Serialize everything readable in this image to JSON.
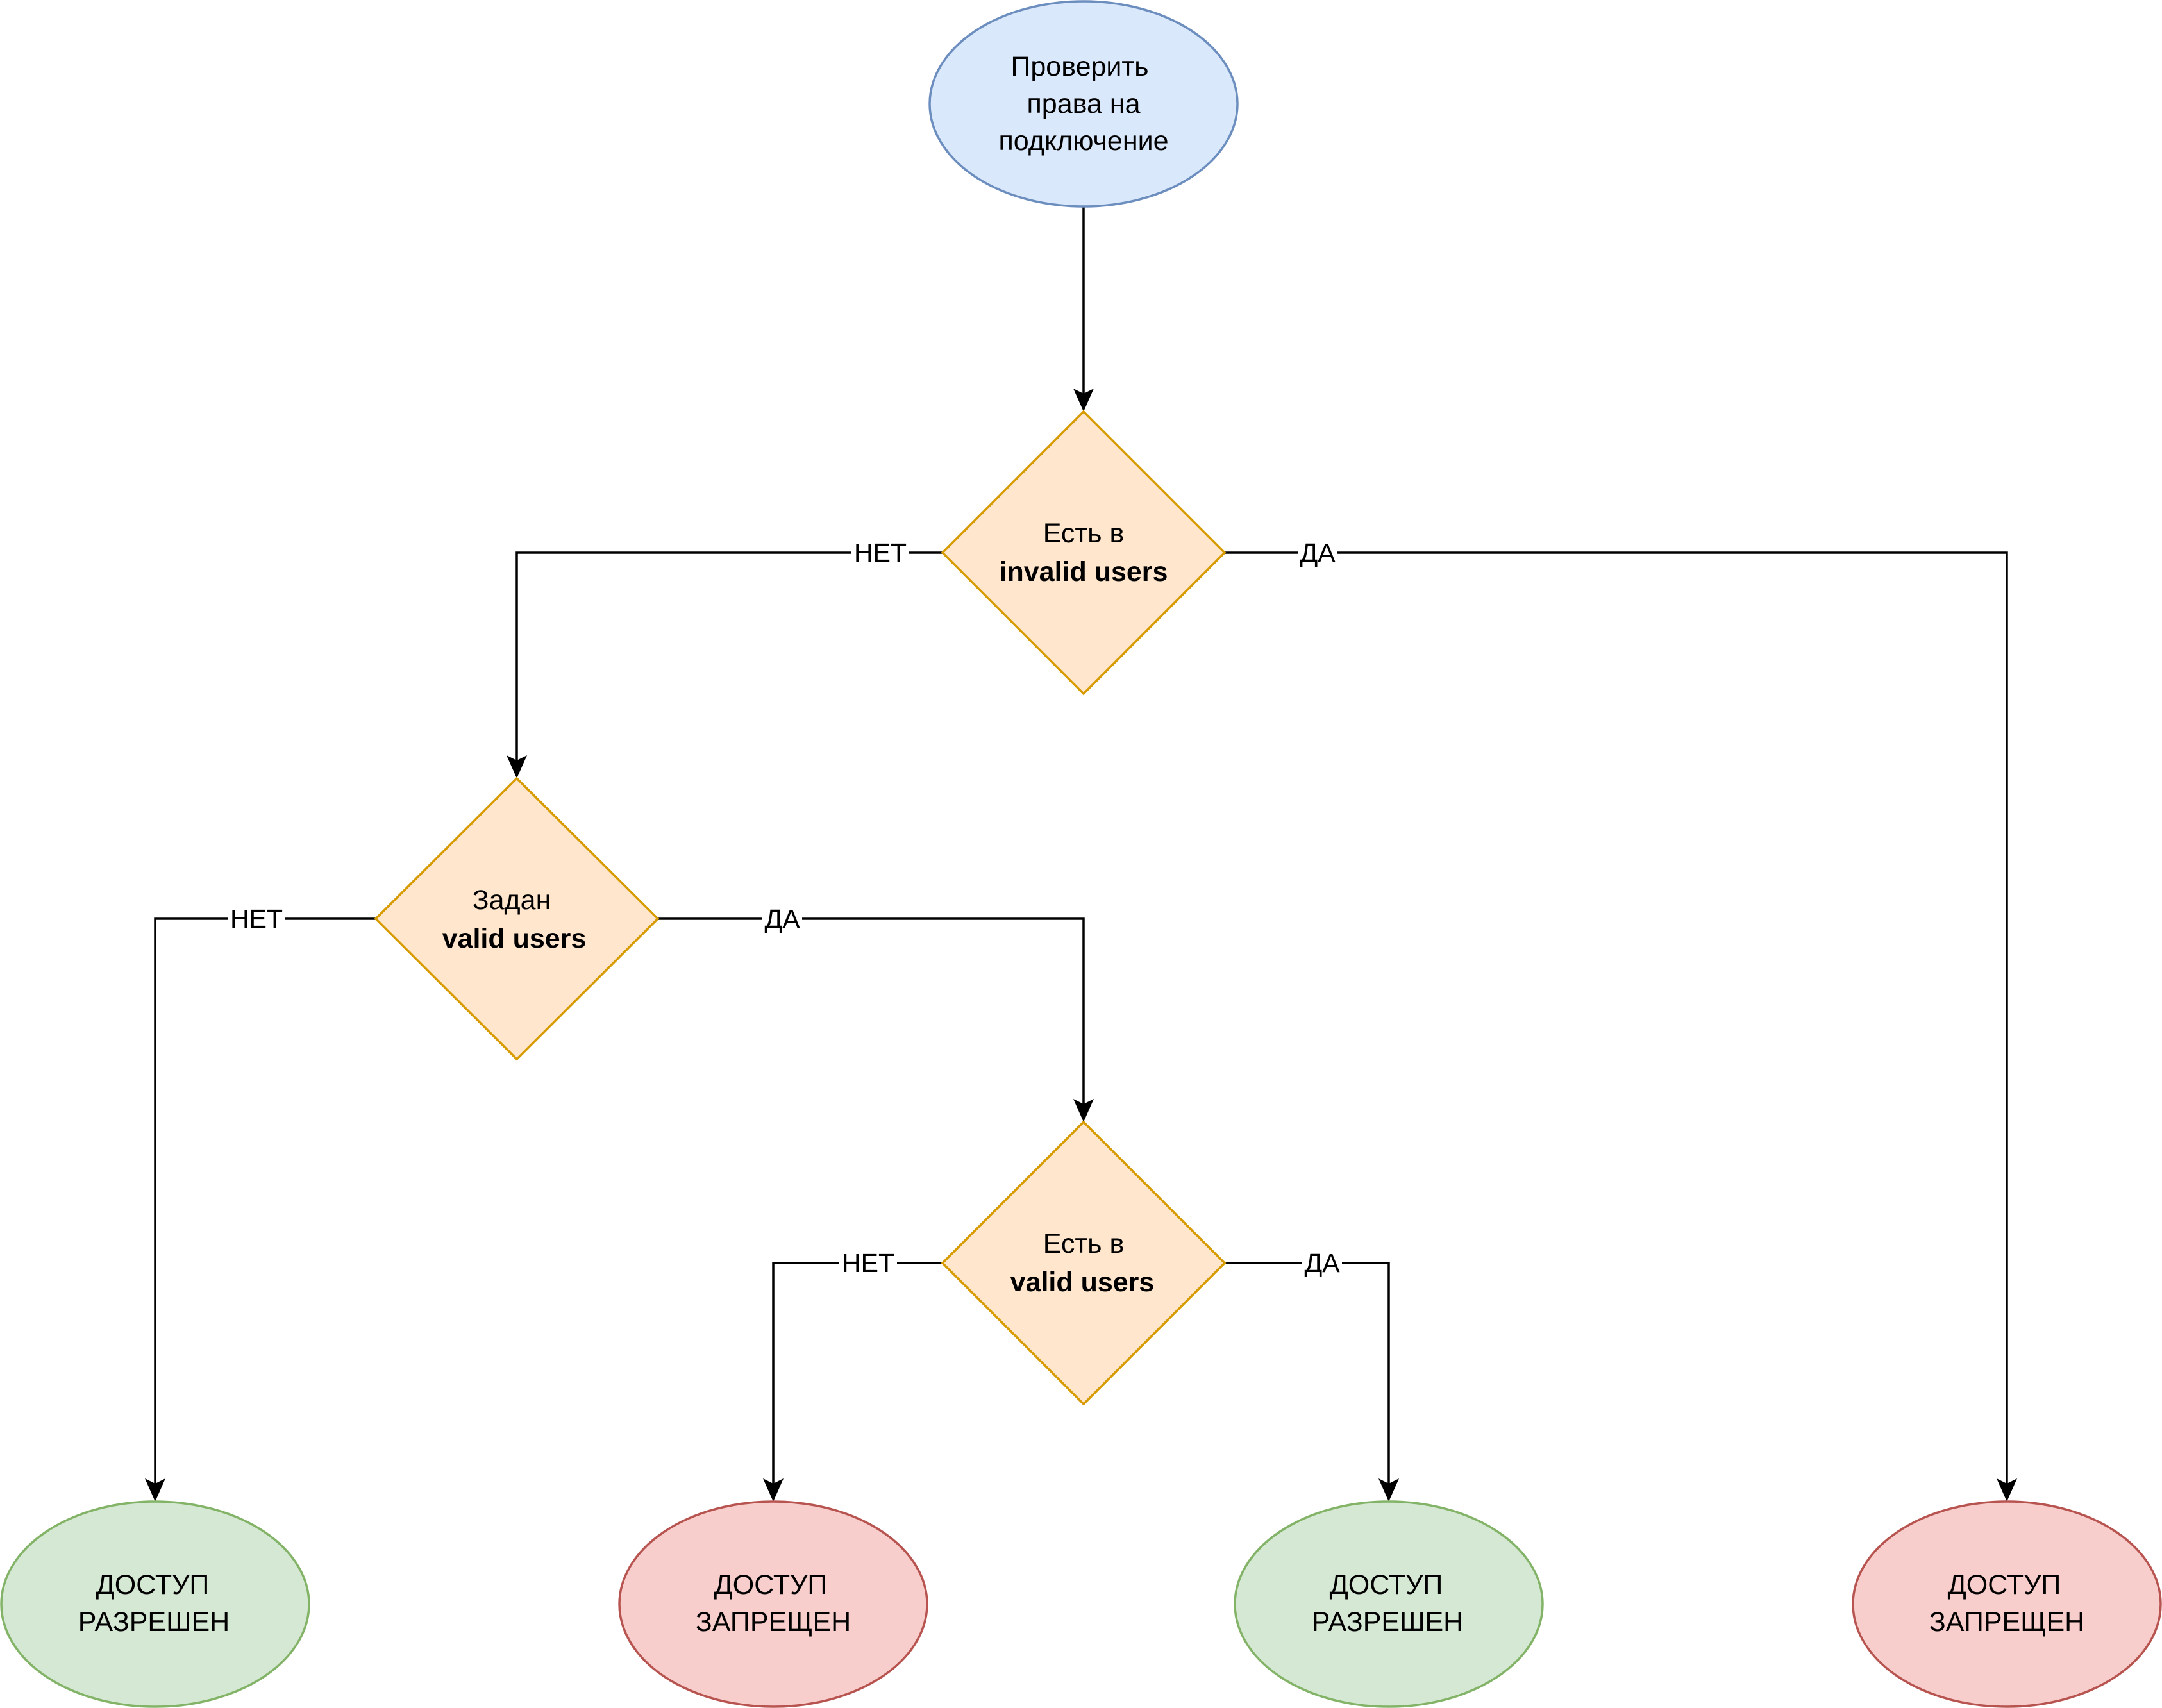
{
  "colors": {
    "start_fill": "#dae8fc",
    "start_stroke": "#6c8ebf",
    "decision_fill": "#ffe6cc",
    "decision_stroke": "#d79b00",
    "allow_fill": "#d5e8d4",
    "allow_stroke": "#82b366",
    "deny_fill": "#f8cecc",
    "deny_stroke": "#b85450"
  },
  "nodes": {
    "start": {
      "line1": "Проверить",
      "line2": "права на",
      "line3": "подключение"
    },
    "invalid_users": {
      "line1": "Есть в",
      "line2": "invalid users"
    },
    "valid_set": {
      "line1": "Задан",
      "line2": "valid users"
    },
    "in_valid": {
      "line1": "Есть в",
      "line2": "valid users"
    },
    "end_allowed_1": {
      "line1": "ДОСТУП",
      "line2": "РАЗРЕШЕН"
    },
    "end_denied_1": {
      "line1": "ДОСТУП",
      "line2": "ЗАПРЕЩЕН"
    },
    "end_allowed_2": {
      "line1": "ДОСТУП",
      "line2": "РАЗРЕШЕН"
    },
    "end_denied_2": {
      "line1": "ДОСТУП",
      "line2": "ЗАПРЕЩЕН"
    }
  },
  "edges": {
    "invalid_no": "НЕТ",
    "invalid_yes": "ДА",
    "valid_set_no": "НЕТ",
    "valid_set_yes": "ДА",
    "in_valid_no": "НЕТ",
    "in_valid_yes": "ДА"
  }
}
